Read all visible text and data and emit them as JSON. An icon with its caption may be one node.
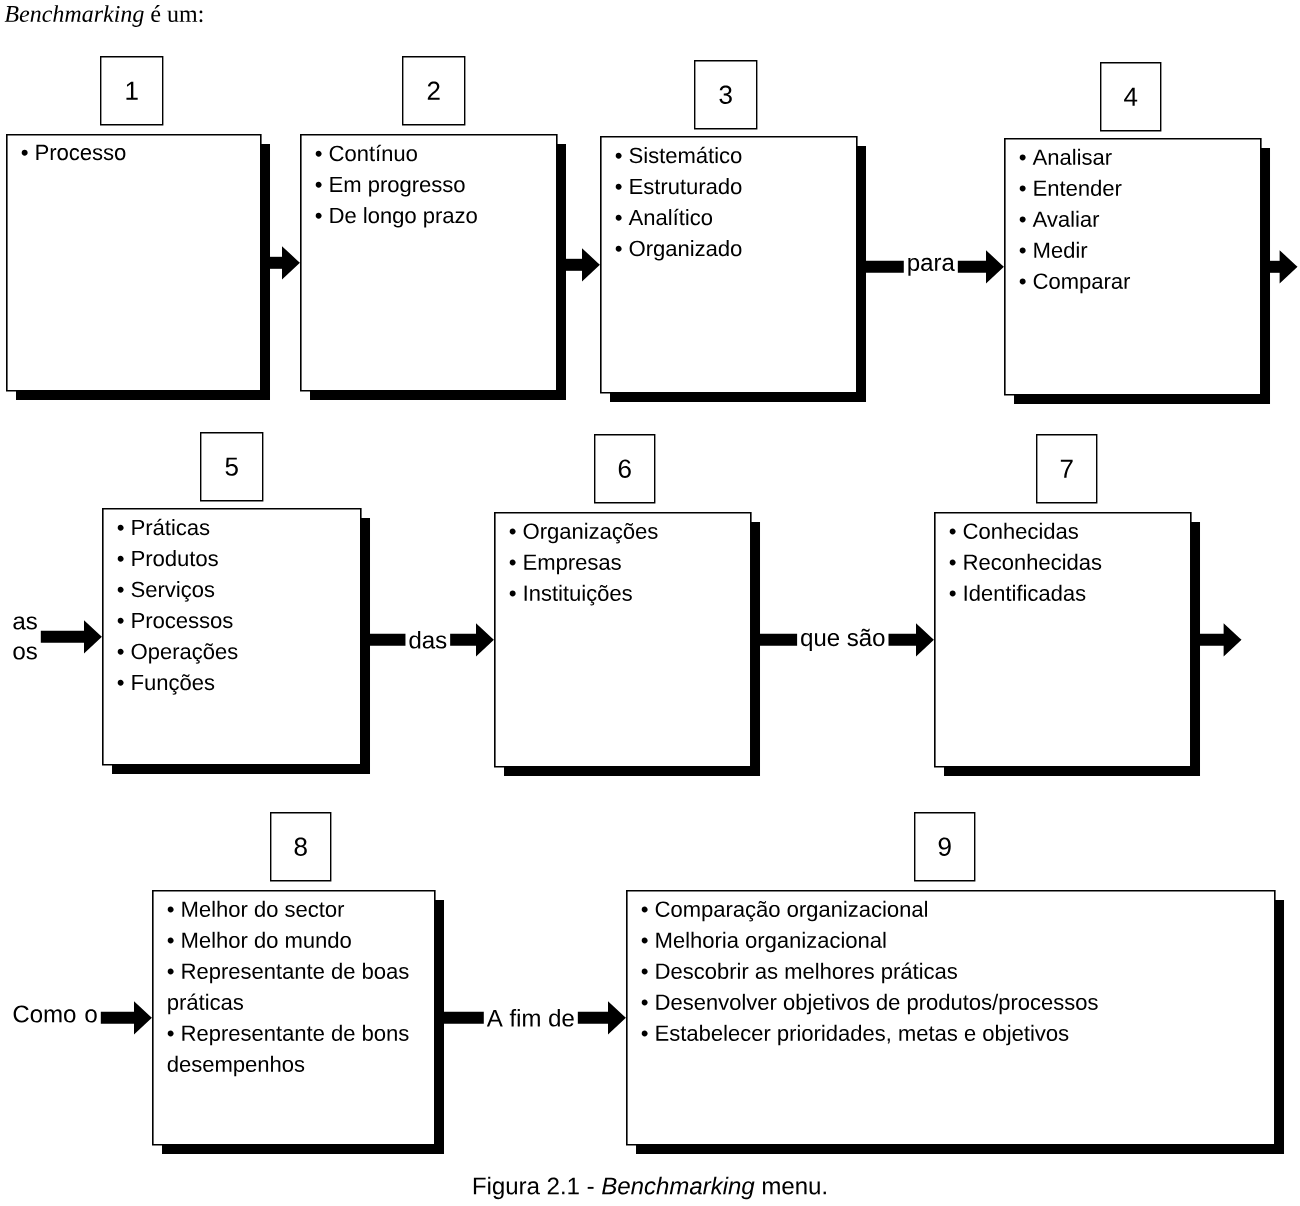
{
  "diagram": {
    "title": "*Benchmarking* é um:",
    "caption": "Figura 2.1 - *Benchmarking* menu.",
    "nodes": [
      {
        "text": [
          "1"
        ]
      },
      {
        "text": [
          "• Processo"
        ]
      },
      {
        "text": [
          "2"
        ]
      },
      {
        "text": [
          "• Contínuo",
          "• Em progresso",
          "• De longo prazo"
        ]
      },
      {
        "text": [
          "3"
        ]
      },
      {
        "text": [
          "• Sistemático",
          "• Estruturado",
          "• Analítico",
          "• Organizado"
        ]
      },
      {
        "text": [
          "4"
        ]
      },
      {
        "text": [
          "• Analisar",
          "• Entender",
          "• Avaliar",
          "• Medir",
          "• Comparar"
        ]
      },
      {
        "text": [
          "as os"
        ]
      },
      {
        "text": [
          "5"
        ]
      },
      {
        "text": [
          "• Práticas",
          "• Produtos",
          "• Serviços",
          "• Processos",
          "• Operações",
          "• Funções"
        ]
      },
      {
        "text": [
          "6"
        ]
      },
      {
        "text": [
          "• Organizações",
          "• Empresas",
          "• Instituições"
        ]
      },
      {
        "text": [
          "7"
        ]
      },
      {
        "text": [
          "• Conhecidas",
          "• Reconhecidas",
          "• Identificadas"
        ]
      },
      {
        "text": [
          "Como o"
        ]
      },
      {
        "text": [
          "8"
        ]
      },
      {
        "text": [
          "• Melhor do sector",
          "• Melhor do mundo",
          "• Representante de boas práticas",
          "• Representante de bons desempenhos"
        ]
      },
      {
        "text": [
          "9"
        ]
      },
      {
        "text": [
          "• Comparação organizacional",
          "• Melhoria organizacional",
          "• Descobrir as melhores práticas",
          "• Desenvolver objetivos de produtos/processos",
          "• Estabelecer prioridades, metas e objetivos"
        ]
      }
    ],
    "edges": [
      {
        "from": 1,
        "to": 3,
        "arrow": "to"
      },
      {
        "from": 3,
        "to": 5,
        "arrow": "to"
      },
      {
        "from": 5,
        "to": 7,
        "arrow": "to",
        "label": "para"
      },
      {
        "from": 7,
        "to": null,
        "arrow": "to"
      },
      {
        "from": 8,
        "to": 10,
        "arrow": "to"
      },
      {
        "from": 10,
        "to": 12,
        "arrow": "to",
        "label": "das"
      },
      {
        "from": 12,
        "to": 14,
        "arrow": "to",
        "label": "que são"
      },
      {
        "from": 14,
        "to": null,
        "arrow": "to"
      },
      {
        "from": 15,
        "to": 17,
        "arrow": "to"
      },
      {
        "from": 17,
        "to": 19,
        "arrow": "to",
        "label": "A fim de"
      }
    ]
  }
}
